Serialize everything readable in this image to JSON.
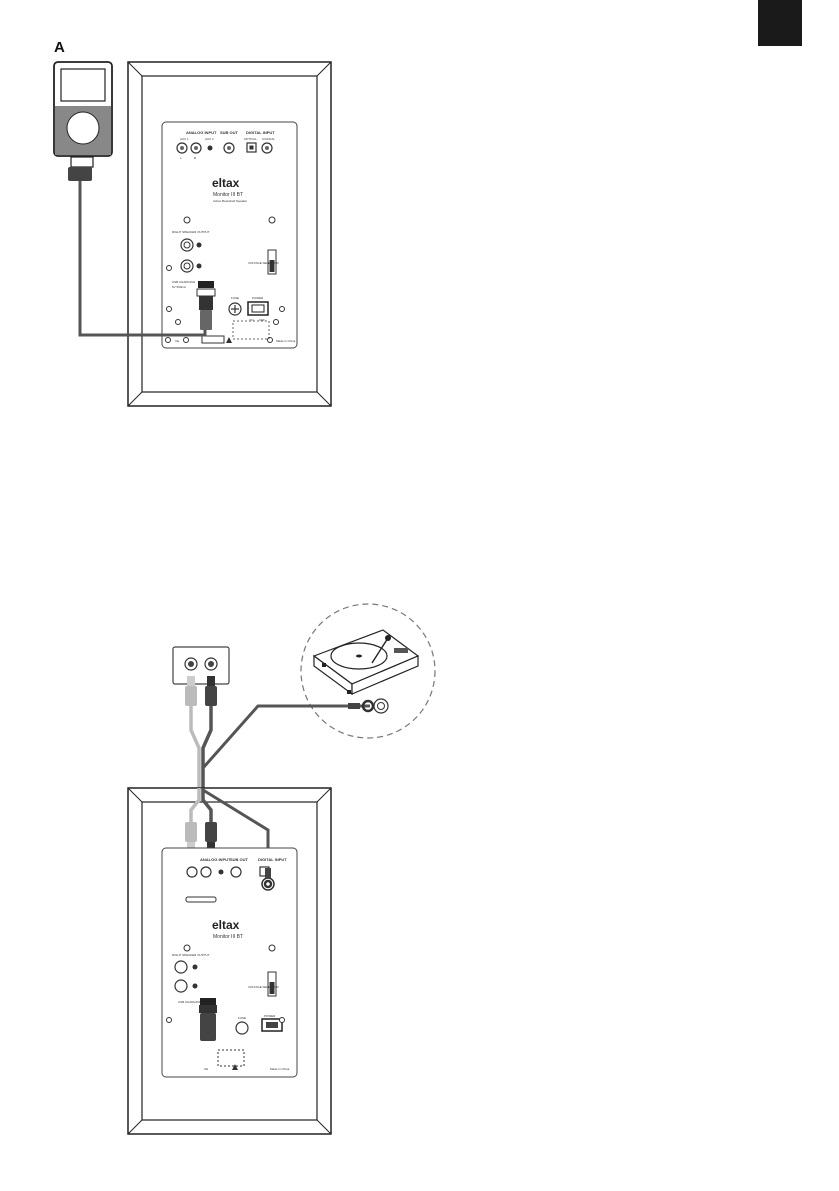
{
  "figure_label": "A",
  "panel_top": {
    "analog_input_label": "ANALOG INPUT",
    "aux_label": "AUX 1",
    "aux2_label": "AUX 2",
    "sub_out_label": "SUB OUT",
    "digital_input_label": "DIGITAL INPUT",
    "optical_label": "OPTICAL",
    "coaxial_label": "COAXIAL",
    "left_label": "L",
    "right_label": "R",
    "brand": "eltax",
    "model": "Monitor III BT",
    "subtitle": "Active Bookshelf Speaker",
    "right_speaker_output_label": "RIGHT SPEAKER OUTPUT",
    "voltage_selector_label": "VOLTAGE SELECTOR",
    "usb_charging_label": "USB CHARGING",
    "usb_spec": "5V 500mA",
    "fuse_label": "FUSE",
    "power_label": "POWER",
    "power_on": "ON",
    "power_off": "OFF",
    "made_in": "Made in China"
  },
  "panel_bottom": {
    "analog_input_label": "ANALOG INPUT",
    "sub_out_label": "SUB OUT",
    "digital_input_label": "DIGITAL INPUT",
    "brand": "eltax",
    "model": "Monitor III BT",
    "right_speaker_output_label": "RIGHT SPEAKER OUTPUT",
    "voltage_selector_label": "VOLTAGE SELECTOR",
    "usb_charging_label": "USB CHARGING",
    "fuse_label": "FUSE",
    "power_label": "POWER",
    "made_in": "Made in China"
  },
  "colors": {
    "tab": "#1a1a1a",
    "cable": "#555555",
    "cable_light": "#bbbbbb",
    "outline": "#222222",
    "panel_border": "#444444"
  },
  "icons": [
    "media-player-icon",
    "turntable-icon",
    "usb-plug-icon",
    "rca-plug-icon"
  ]
}
